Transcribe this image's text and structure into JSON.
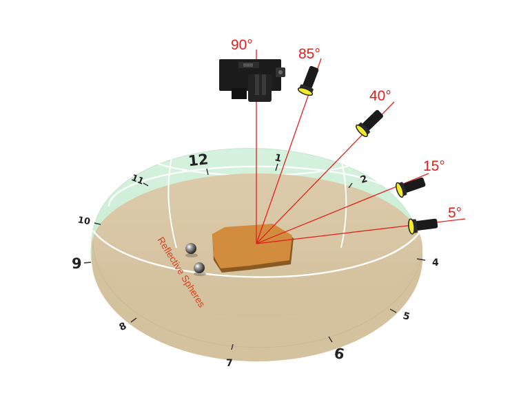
{
  "angles": {
    "a90": "90°",
    "a85": "85°",
    "a40": "40°",
    "a15": "15°",
    "a5": "5°"
  },
  "clock": {
    "h1": "1",
    "h2": "2",
    "h4": "4",
    "h5": "5",
    "h6": "6",
    "h7": "7",
    "h8": "8",
    "h9": "9",
    "h10": "10",
    "h11": "11",
    "h12": "12"
  },
  "spheres_label": "Reflective Spheres",
  "colors": {
    "dome": "#cdeed7",
    "base": "#d8c7a6",
    "artifact": "#d18c3e",
    "rays": "#e0201c",
    "flashlight_lens": "#f2ec2a",
    "camera": "#1c1c1c"
  },
  "icons": [
    "camera-icon",
    "flashlight-icon",
    "reflective-sphere-icon"
  ]
}
